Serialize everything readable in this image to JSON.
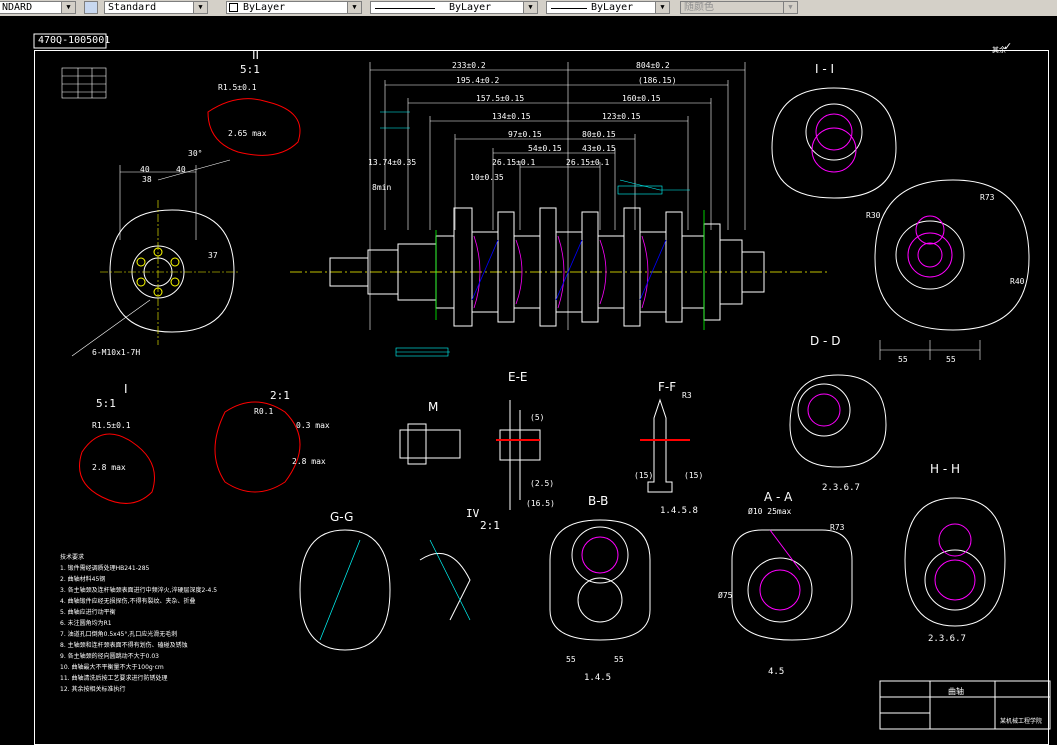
{
  "toolbar": {
    "text_style": "NDARD",
    "dim_style": "Standard",
    "layer_combo": "ByLayer",
    "linetype_combo": "ByLayer",
    "lineweight_combo": "ByLayer",
    "color_combo": "随颜色"
  },
  "drawing": {
    "drawing_number": "470Q-1005001",
    "roughness_note": "其余",
    "title_block_name": "曲轴",
    "title_block_org": "某机械工程学院"
  },
  "dimensions": {
    "top_row": [
      "233±0.2",
      "804±0.2"
    ],
    "row2": [
      "195.4±0.2",
      "(186.15)"
    ],
    "row3": [
      "157.5±0.15",
      "160±0.15"
    ],
    "row4": [
      "134±0.15",
      "123±0.15"
    ],
    "row5": [
      "97±0.15",
      "80±0.15"
    ],
    "row6": [
      "54±0.15",
      "43±0.15"
    ],
    "row7": [
      "26.15±0.1",
      "26.15±0.1"
    ],
    "left_misc": [
      "13.74±0.35",
      "10±0.35",
      "8min"
    ]
  },
  "views": {
    "section_1_1": "I - I",
    "section_d_d": "D - D",
    "section_e_e": "E-E",
    "section_f_f": "F-F",
    "section_g_g": "G-G",
    "section_b_b": "B-B",
    "section_a_a": "A - A",
    "section_h_h": "H - H",
    "detail_m": "M",
    "detail_1": "I",
    "detail_1_scale": "5:1",
    "detail_2": "II",
    "detail_2_scale": "5:1",
    "detail_3_scale": "2:1",
    "detail_4": "IV",
    "detail_4_scale": "2:1",
    "hh_caption": "2.3.6.7",
    "dd_caption": "2.3.6.7",
    "bb_caption": "1.4.5",
    "aa_caption": "4.5",
    "ff_caption": "1.4.5.8"
  },
  "detail_dims": {
    "d1_r": "R1.5±0.1",
    "d1_ang": "2.65 max",
    "d2_r": "R1.5±0.1",
    "d2_w": "2.8 max",
    "d3_r": "R0.1",
    "d3_w": "0.3 max",
    "d3_w2": "2.8 max",
    "flange_40a": "40",
    "flange_40b": "40",
    "flange_30": "30°",
    "flange_38": "38",
    "flange_37": "37",
    "flange_bolt": "6-M10x1-7H",
    "hh_55a": "55",
    "hh_55b": "55",
    "bb_55a": "55",
    "bb_55b": "55",
    "aa_dia": "Ø75",
    "aa_r": "R73",
    "aa_top": "Ø10 25max",
    "r1_rt": "R73",
    "r1_r30": "R30",
    "r1_r40": "R40",
    "ee_dims": [
      "(5)",
      "(2.5)",
      "(16.5)"
    ],
    "ff_dims": [
      "(15)",
      "(15)",
      "R3"
    ]
  },
  "notes": [
    "技术要求",
    "1. 锻件需经调质处理HB241-285",
    "2. 曲轴材料45钢",
    "3. 各主轴颈及连杆轴颈表面进行中频淬火,淬硬层深度2-4.5",
    "4. 曲轴锻件应经无损探伤,不得有裂纹、夹杂、折叠",
    "5. 曲轴应进行动平衡",
    "6. 未注圆角均为R1",
    "7. 油道孔口倒角0.5x45°,孔口应光滑无毛刺",
    "8. 主轴颈和连杆颈表面不得有划伤、磕碰及锈蚀",
    "9. 各主轴颈的径向圆跳动不大于0.03",
    "10. 曲轴最大不平衡量不大于100g·cm",
    "11. 曲轴清洗后按工艺要求进行防锈处理",
    "12. 其余按相关标准执行"
  ]
}
